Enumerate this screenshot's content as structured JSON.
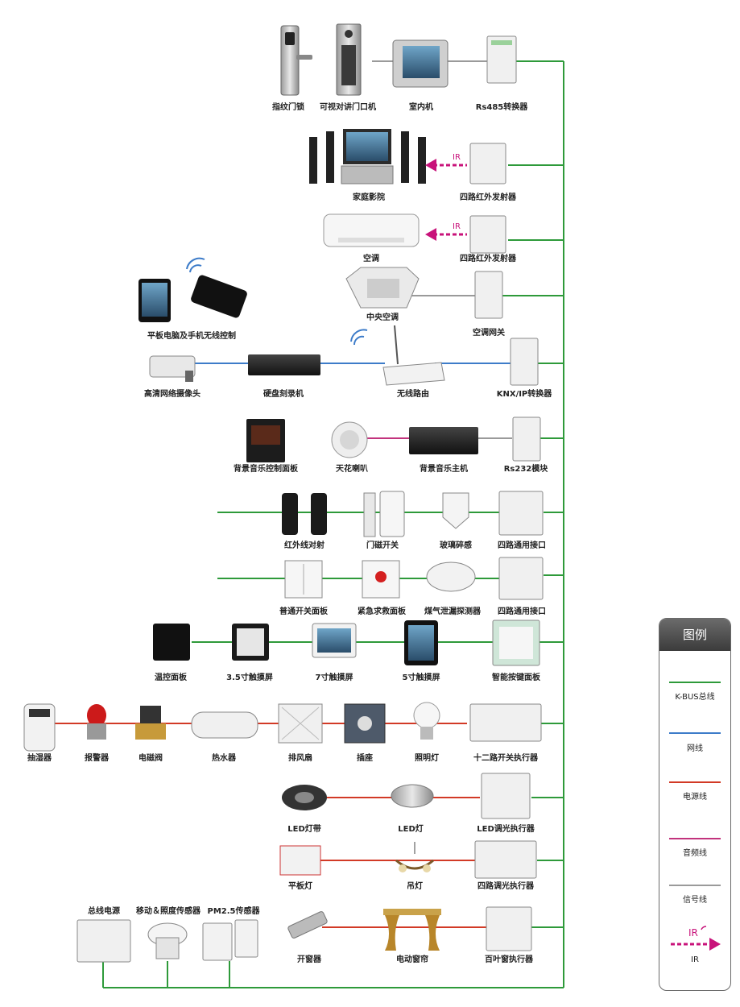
{
  "colors": {
    "kbus": "#2e9a3a",
    "network": "#3d7cc9",
    "power": "#d23a26",
    "audio": "#c2337d",
    "signal": "#9a9a9a",
    "ir": "#c8127a"
  },
  "devices": {
    "fingerprint_lock": "指纹门锁",
    "video_door_phone": "可视对讲门口机",
    "indoor_unit": "室内机",
    "rs485": "Rs485转换器",
    "home_theater": "家庭影院",
    "ir_emitter_1": "四路红外发射器",
    "air_conditioner": "空调",
    "ir_emitter_2": "四路红外发射器",
    "tablet_phone": "平板电脑及手机无线控制",
    "central_ac": "中央空调",
    "ac_gateway": "空调网关",
    "hd_camera": "高清网络摄像头",
    "dvr": "硬盘刻录机",
    "wifi_router": "无线路由",
    "knx_ip": "KNX/IP转换器",
    "bgm_panel": "背景音乐控制面板",
    "ceiling_speaker": "天花喇叭",
    "bgm_host": "背景音乐主机",
    "rs232": "Rs232模块",
    "ir_beam": "红外线对射",
    "door_magnet": "门磁开关",
    "glass_break": "玻璃碎感",
    "univ_interface_1": "四路通用接口",
    "switch_panel": "普通开关面板",
    "emergency_panel": "紧急求救面板",
    "gas_detector": "煤气泄漏探测器",
    "univ_interface_2": "四路通用接口",
    "thermostat": "温控面板",
    "touch_35": "3.5寸触摸屏",
    "touch_7": "7寸触摸屏",
    "touch_5": "5寸触摸屏",
    "key_panel": "智能按键面板",
    "dehumidifier": "抽湿器",
    "alarm": "报警器",
    "solenoid": "电磁阀",
    "water_heater": "热水器",
    "exhaust_fan": "排风扇",
    "socket": "插座",
    "lighting": "照明灯",
    "switch_actuator_12": "十二路开关执行器",
    "led_strip": "LED灯带",
    "led_light": "LED灯",
    "led_dimmer": "LED调光执行器",
    "panel_light": "平板灯",
    "chandelier": "吊灯",
    "dimmer_4": "四路调光执行器",
    "bus_power": "总线电源",
    "motion_sensor": "移动＆照度传感器",
    "pm25_sensor": "PM2.5传感器",
    "window_opener": "开窗器",
    "curtain": "电动窗帘",
    "blind_actuator": "百叶窗执行器"
  },
  "ir_label": "IR",
  "legend": {
    "title": "图例",
    "kbus": "K-BUS总线",
    "network": "网线",
    "power": "电源线",
    "audio": "音频线",
    "signal": "信号线",
    "ir": "IR"
  }
}
